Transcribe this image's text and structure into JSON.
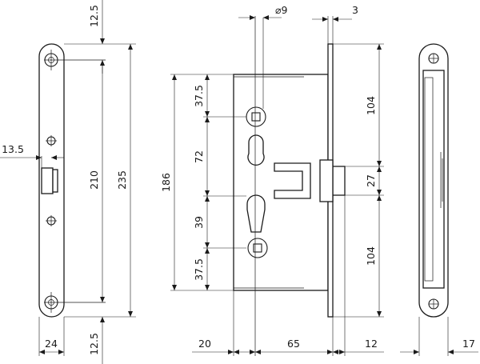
{
  "dimensions": {
    "top_margin": "12.5",
    "bottom_margin": "12.5",
    "backset_offset": "13.5",
    "hole_spacing": "210",
    "faceplate_length": "235",
    "faceplate_width": "24",
    "case_height": "186",
    "upper_screw": "37.5",
    "lower_screw": "37.5",
    "keyhole_spacing": "72",
    "cylinder_offset": "39",
    "spindle_diameter": "9",
    "faceplate_thickness": "3",
    "upper_latch": "104",
    "lower_latch": "104",
    "latch_height": "27",
    "case_offset": "20",
    "backset": "65",
    "forend_depth": "12",
    "side_width": "17"
  },
  "symbols": {
    "diameter": "⌀"
  }
}
